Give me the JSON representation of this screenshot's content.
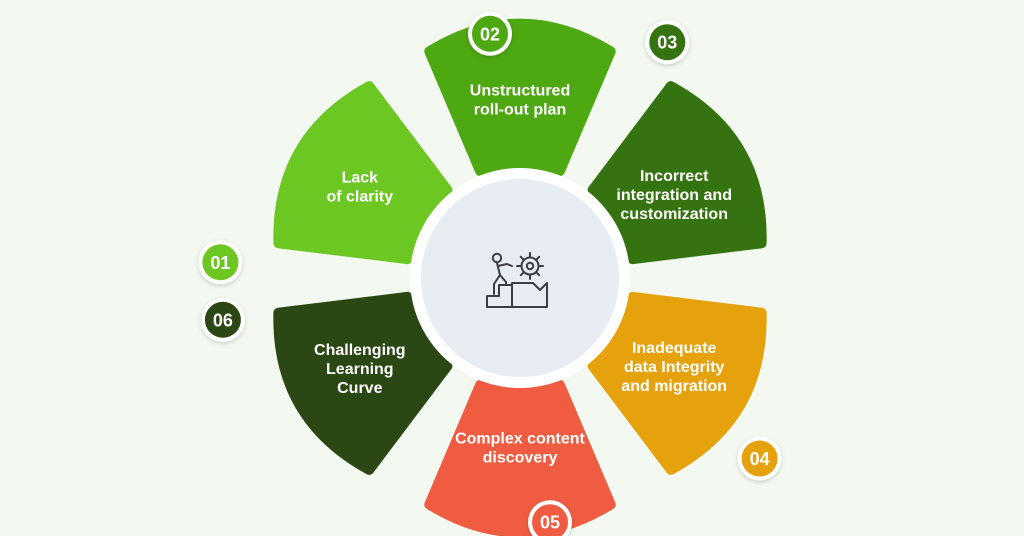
{
  "diagram": {
    "center_icon": "person-pushing-gear-icon",
    "segments": [
      {
        "id": "01",
        "number": "01",
        "lines": [
          "Lack",
          "of clarity"
        ],
        "color": "#6cc723"
      },
      {
        "id": "02",
        "number": "02",
        "lines": [
          "Unstructured",
          "roll-out plan"
        ],
        "color": "#4ea811"
      },
      {
        "id": "03",
        "number": "03",
        "lines": [
          "Incorrect",
          "integration and",
          "customization"
        ],
        "color": "#357310"
      },
      {
        "id": "04",
        "number": "04",
        "lines": [
          "Inadequate",
          "data Integrity",
          "and migration"
        ],
        "color": "#e5a20c"
      },
      {
        "id": "05",
        "number": "05",
        "lines": [
          "Complex content",
          "discovery"
        ],
        "color": "#f05c41"
      },
      {
        "id": "06",
        "number": "06",
        "lines": [
          "Challenging",
          "Learning",
          "Curve"
        ],
        "color": "#2b4714"
      }
    ]
  }
}
